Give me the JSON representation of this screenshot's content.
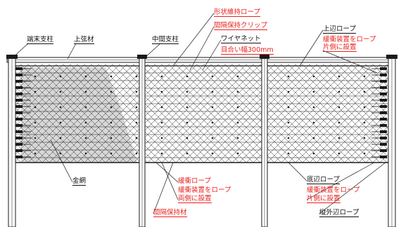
{
  "labels": {
    "end_post": "端末支柱",
    "top_chord": "上弦材",
    "middle_post": "中間支柱",
    "shape_keep_rope": "形状維持ロープ",
    "spacing_clip": "間隔保持クリップ",
    "wire_net": "ワイヤネット",
    "mesh_width": "目合い幅300mm",
    "top_rope": "上辺ロープ",
    "top_rope_note_1": "緩衝装置をロープ",
    "top_rope_note_2": "片側に設置",
    "wire_mesh": "金網",
    "buffer_rope": "緩衝ロープ",
    "buffer_note_1": "緩衝装置をロープ",
    "buffer_note_2": "両側に設置",
    "spacing_member": "間隔保持材",
    "bottom_rope": "底辺ロープ",
    "bottom_note_1": "緩衝装置をロープ",
    "bottom_note_2": "片側に設置",
    "vertical_outer_rope": "縦外辺ロープ"
  },
  "colors": {
    "line": "#1a1a1a",
    "highlight": "#e8231f",
    "shade": "#c9c9c9"
  }
}
